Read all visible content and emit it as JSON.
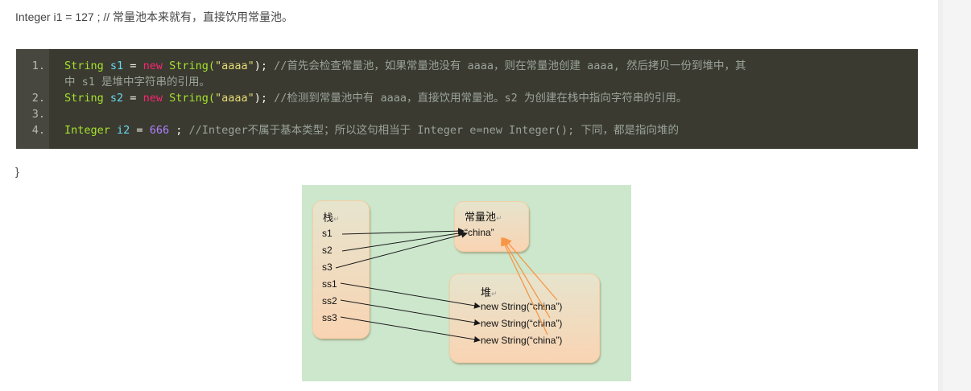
{
  "intro_line": "Integer i1 = 127 ; // 常量池本来就有，直接饮用常量池。",
  "code_block": {
    "lines": [
      {
        "number": "1.",
        "tokens": {
          "t1": "String",
          "t2": " s1",
          "t3": " = ",
          "t4": "new",
          "t5": " String(",
          "t6": "\"aaaa\"",
          "t7": ");",
          "comment": "  //首先会检查常量池，如果常量池没有 aaaa，则在常量池创建  aaaa, 然后拷贝一份到堆中，其"
        },
        "wrap": "中 s1 是堆中字符串的引用。"
      },
      {
        "number": "2.",
        "tokens": {
          "t1": "String",
          "t2": " s2",
          "t3": " = ",
          "t4": "new",
          "t5": " String(",
          "t6": "\"aaaa\"",
          "t7": ");",
          "comment": "  //检测到常量池中有 aaaa，直接饮用常量池。s2 为创建在栈中指向字符串的引用。"
        }
      },
      {
        "number": "3.",
        "tokens": {}
      },
      {
        "number": "4.",
        "tokens": {
          "t1": "Integer",
          "t2": " i2",
          "t3": " = ",
          "t4": "666",
          "t5": " ;",
          "comment": "  //Integer不属于基本类型；所以这句相当于 Integer e=new Integer(); 下同，都是指向堆的"
        }
      }
    ]
  },
  "closing_brace": "}",
  "diagram": {
    "stack": {
      "title": "栈",
      "items": [
        "s1",
        "s2",
        "s3",
        "ss1",
        "ss2",
        "ss3"
      ]
    },
    "constant_pool": {
      "title": "常量池",
      "items": [
        "“china”"
      ]
    },
    "heap": {
      "title": "堆",
      "items": [
        "new String(“china”)",
        "new String(“china”)",
        "new String(“china”)"
      ]
    },
    "paragraph_mark": "↵",
    "colors": {
      "background": "#cde7cd",
      "box_border": "#f4cfa6",
      "black_arrow": "#1a1a1a",
      "orange_arrow": "#f79646"
    }
  }
}
